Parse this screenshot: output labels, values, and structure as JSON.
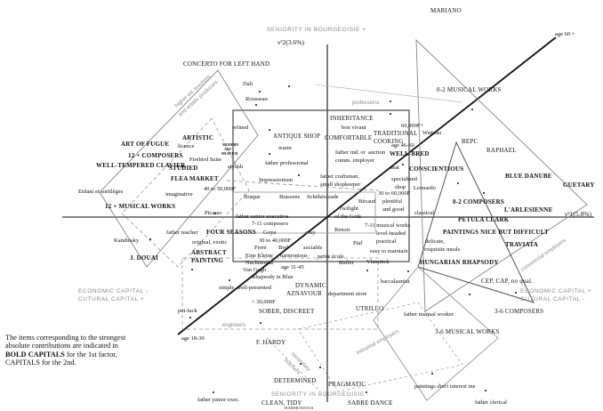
{
  "axes": {
    "top": "SENIORITY IN BOURGEOISIE +",
    "bottom": "SENIORITY IN BOURGEOISIE -",
    "y_axis": "ν²2(3.6%)",
    "x_axis": "ν²1(5.8%)",
    "left_line1": "ECONOMIC CAPITAL -",
    "left_line2": "CUTURAL CAPITAL +",
    "right_line1": "ECONOMIC CAPITAL +",
    "right_line2": "CUTURAL CAPITAL -"
  },
  "regions": {
    "higher_ed_teachers": "higher ed. teachers",
    "artistic_producers": "and artistic producers",
    "professions": "professions",
    "commercial_employers": "commercial employers",
    "engineers": "engineers",
    "industrial_employers": "industrial employers",
    "secondary_teachers": "secondary",
    "secondary_teachers2": "teachers"
  },
  "labels": {
    "mariano": "MARIANO",
    "age60": "age 60 +",
    "concerto": "CONCERTO FOR LEFT HAND",
    "dali": "Dali",
    "rousseau": "Rousseau",
    "zero2_musical": "0-2 MUSICAL WORKS",
    "inheritance": "INHERITANCE",
    "bon_vivant": "bon vivant",
    "refined": "refined",
    "antique": "ANTIQUE SHOP",
    "comfortable": "COMFORTABLE",
    "traditional": "TRADITIONAL",
    "cooking": "COOKING",
    "sixty_k": "60,000F+",
    "watteau": "Watteau",
    "bepc": "BEPC",
    "raphael": "RAPHAEL",
    "art_of_fugue": "ART OF FUGUE",
    "artistic": "ARTISTIC",
    "licence": "licence",
    "modern_art": "MODERN",
    "modern_art2": "ART",
    "modern_art3": "MUSEUM",
    "warm": "warm",
    "father_ind": "father ind. or",
    "comm_employer": "comm. employer",
    "auction": "auction",
    "well_bred": "WELL-BRED",
    "age46": "age 46-60",
    "twelve_composers": "12 + COMPOSERS",
    "firebird": "Firebird Suite",
    "well_tempered": "WELL-TEMPERED CLAVIER",
    "studied": "STUDIED",
    "stylish": "stylish",
    "father_prof": "father professional",
    "neat": "neat",
    "conscientious": "CONSCIENTIOUS",
    "flea": "FLEA MARKET",
    "impressionism": "Impressionism",
    "father_craftsman": "father craftsman,",
    "small_shopkeeper": "small shopkeeper",
    "specialized": "specialized",
    "shop": "shop",
    "blue_danube": "BLUE DANUBE",
    "guetary": "GUETARY",
    "leonardo": "Leonardo",
    "enfant": "Enfant et sortilèges",
    "imaginative": "imaginative",
    "forty_k": "40 to 50,000F",
    "braque": "Braque",
    "brassens": "Brassens",
    "scheherazade": "Schéhérazade",
    "thirty_k1": "30 to 60,000F",
    "becaud": "Bécaud",
    "plentiful": "plentiful",
    "and_good": "and good",
    "twelve_musical": "12 + MUSICAL WORKS",
    "two_composers": "0-2 COMPOSERS",
    "larlesienne": "L'ARLESIENNE",
    "picasso": "Picasso",
    "father_senior": "father senior executive",
    "twilight": "Twilight",
    "gods": "of the Gods",
    "classical": "classical",
    "petula": "PETULA CLARK",
    "kandinsky": "Kandinsky",
    "seven_eleven_comp": "7-11 composers",
    "father_teacher": "father teacher",
    "four_seasons": "FOUR SEASONS",
    "goya": "Goya",
    "cosy": "cosy",
    "renoir": "Renoir",
    "seven_eleven_mus": "7-11 musical works",
    "level_headed": "level-headed",
    "paintings_nice": "PAINTINGS NICE BUT DIFFICULT",
    "jdouai": "J. DOUAI",
    "original": "original, exotic",
    "ferre": "Ferré",
    "brel": "Brel",
    "thirty_40": "30 to 40,000F",
    "piaf": "Piaf",
    "practical": "practical",
    "delicate": "delicate,",
    "exquisite": "exquisite meals",
    "traviata": "TRAVIATA",
    "abstract": "ABSTRACT",
    "painting": "PAINTING",
    "eine_kleine": "Eine Kleine",
    "nachtmusik": "Nachtmusik",
    "harmonious": "harmonious",
    "sociable": "sociable",
    "petite_ecole": "petite école",
    "easy": "easy to maintain",
    "van_gogh": "Van Gogh",
    "vlaminck": "Vlaminck",
    "buffet": "Buffet",
    "age31": "age 31-45",
    "hungarian": "HUNGARIAN RHAPSODY",
    "rhapsody_blue": "Rhapsody in Blue",
    "baccalaureat": "baccalauréat",
    "cep": "CEP, CAP, no qual.",
    "simple": "simple, well-presented",
    "dynamic": "DYNAMIC",
    "aznavour": "AZNAVOUR",
    "department": "department store",
    "below30": "< 30,000F",
    "pot_luck": "pot-luck",
    "sober": "SOBER, DISCREET",
    "utrillo": "UTRILLO",
    "father_manual": "father manual worker",
    "three_five_comp": "3-6 COMPOSERS",
    "three_five_mus": "3-6 MUSICAL WORKS",
    "age18": "age 18-30",
    "fhardy": "F. HARDY",
    "determined": "DETERMINED",
    "pragmatic": "PRAGMATIC",
    "paintings_dont": "paintings don't interest me",
    "father_junior": "father junior exec.",
    "clean": "CLEAN, TIDY",
    "father_clerical": "father clerical",
    "sabre": "SABRE DANCE",
    "harmonious2": "HARMONIOUS"
  },
  "caption": {
    "line1": "The items corresponding to the strongest",
    "line2": "absolute contributions are indicated in",
    "line3_bold": "BOLD CAPITALS",
    "line3_rest": " for the 1st factor,",
    "line4": "CAPITALS for the 2nd."
  }
}
